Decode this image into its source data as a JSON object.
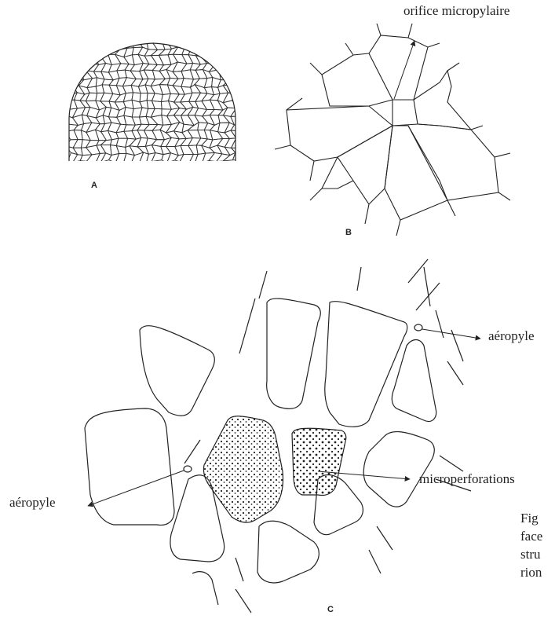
{
  "panels": {
    "a": {
      "letter": "A"
    },
    "b": {
      "letter": "B",
      "label": "orifice micropylaire"
    },
    "c": {
      "letter": "C",
      "label_aeropyle_right": "aéropyle",
      "label_aeropyle_left": "aéropyle",
      "label_microperforations": "microperforations"
    }
  },
  "caption": {
    "lines": [
      "Fig",
      "face",
      "stru",
      "rion"
    ]
  },
  "colors": {
    "ink": "#222222",
    "background": "#ffffff"
  }
}
